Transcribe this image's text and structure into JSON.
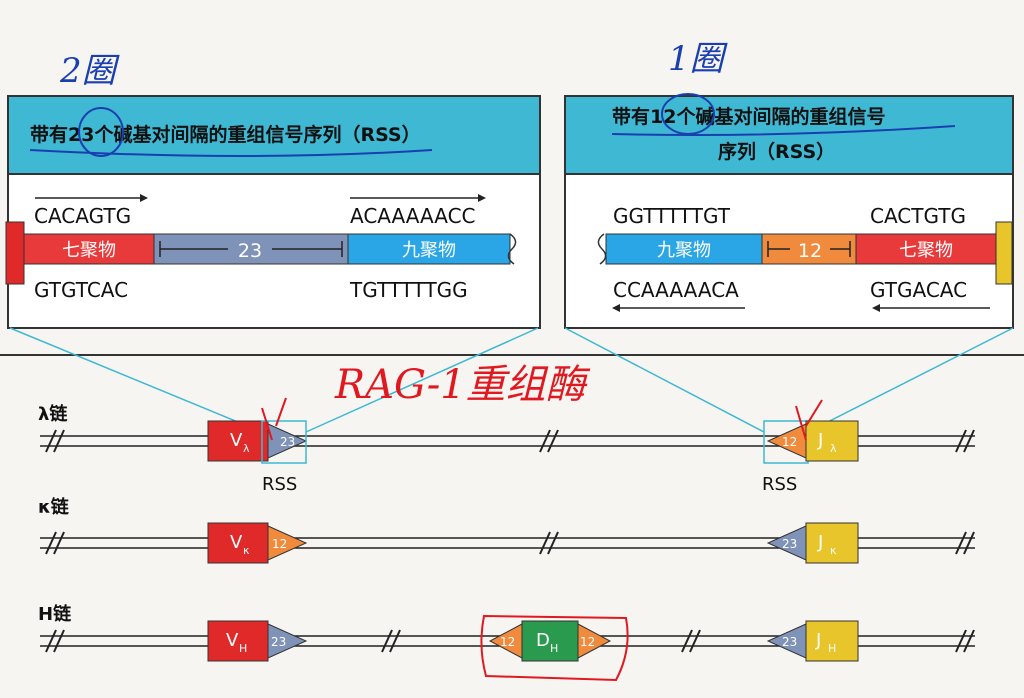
{
  "annotations": {
    "left_circle_note": "2圈",
    "right_circle_note": "1圈",
    "rag_note": "RAG-1重组酶"
  },
  "left_panel": {
    "title": "带有23个碱基对间隔的重组信号序列（RSS）",
    "top_seq_1": "CACAGTG",
    "top_seq_2": "ACAAAAACC",
    "bottom_seq_1": "GTGTCAC",
    "bottom_seq_2": "TGTTTTTGG",
    "heptamer": "七聚物",
    "spacer": "23",
    "nonamer": "九聚物"
  },
  "right_panel": {
    "title_line1": "带有12个碱基对间隔的重组信号",
    "title_line2": "序列（RSS）",
    "top_seq_1": "GGTTTTTGT",
    "top_seq_2": "CACTGTG",
    "bottom_seq_1": "CCAAAAACA",
    "bottom_seq_2": "GTGACAC",
    "nonamer": "九聚物",
    "spacer": "12",
    "heptamer": "七聚物"
  },
  "chains": {
    "lambda": {
      "label": "λ链",
      "v": "V",
      "v_sub": "λ",
      "rss_v": "23",
      "rss_j": "12",
      "j": "J",
      "j_sub": "λ",
      "rss_label_left": "RSS",
      "rss_label_right": "RSS"
    },
    "kappa": {
      "label": "κ链",
      "v": "V",
      "v_sub": "κ",
      "rss_v": "12",
      "rss_j": "23",
      "j": "J",
      "j_sub": "κ"
    },
    "heavy": {
      "label": "H链",
      "v": "V",
      "v_sub": "H",
      "rss_v": "23",
      "d": "D",
      "d_sub": "H",
      "d_rss_left": "12",
      "d_rss_right": "12",
      "rss_j": "23",
      "j": "J",
      "j_sub": "H"
    }
  },
  "colors": {
    "panel_header": "#3fb8d4",
    "red_gene": "#e02a2a",
    "yellow_gene": "#e8c52a",
    "green_gene": "#2a9a4e",
    "blue_block": "#2aa6e6",
    "slate_block": "#7f93b8",
    "orange_rss": "#f08a3c",
    "pen_blue": "#1a3fb0",
    "pen_red": "#e0181f"
  }
}
